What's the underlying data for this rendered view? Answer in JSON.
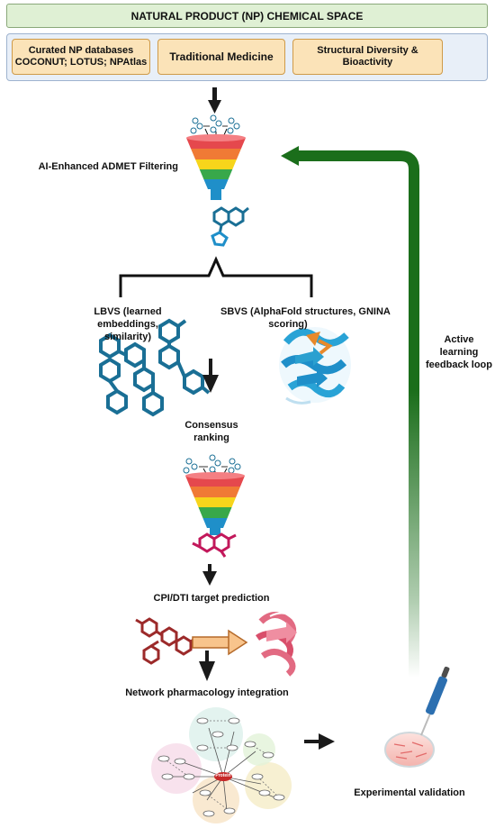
{
  "header": {
    "title": "NATURAL PRODUCT (NP) CHEMICAL SPACE"
  },
  "sources": [
    {
      "line1": "Curated NP databases",
      "line2": "COCONUT; LOTUS; NPAtlas"
    },
    {
      "line1": "Traditional Medicine",
      "line2": ""
    },
    {
      "line1": "Structural Diversity &",
      "line2": "Bioactivity"
    }
  ],
  "steps": {
    "admet": "AI-Enhanced ADMET Filtering",
    "lbvs_line1": "LBVS (learned embeddings,",
    "lbvs_line2": "similarity)",
    "sbvs_line1": "SBVS (AlphaFold structures, GNINA",
    "sbvs_line2": "scoring)",
    "consensus_line1": "Consensus",
    "consensus_line2": "ranking",
    "cpi": "CPI/DTI target prediction",
    "network": "Network pharmacology integration",
    "experimental": "Experimental validation"
  },
  "feedback": {
    "line1": "Active",
    "line2": "learning",
    "line3": "feedback loop"
  },
  "network_hub_label": "Protein",
  "colors": {
    "feedback_green": "#1b6e1b",
    "funnel": [
      "#e5484d",
      "#f07a35",
      "#f7d51b",
      "#38a84a",
      "#1f8fc9"
    ],
    "lbvs_ligand": "#1a6f95",
    "cpi_ligand": "#9c2a2a",
    "protein_pink": "#e26a82",
    "magenta_ligand": "#c2185b"
  }
}
